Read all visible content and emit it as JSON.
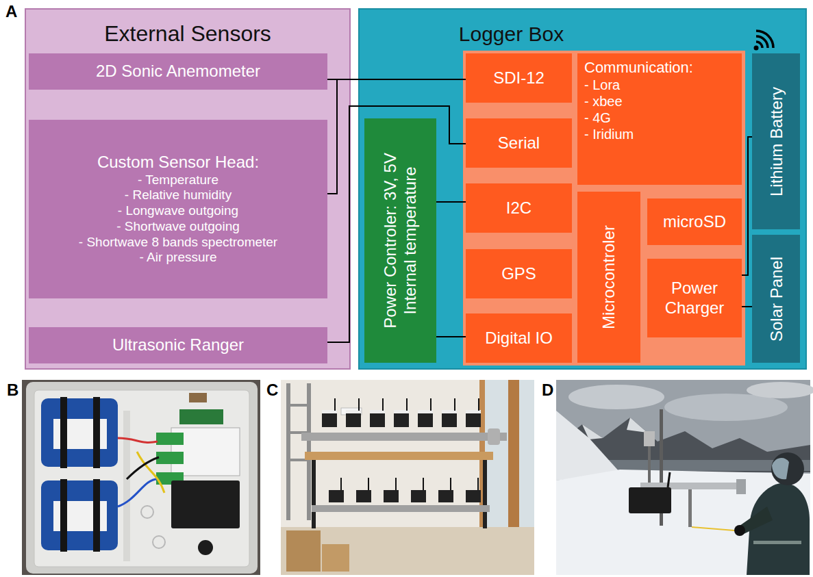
{
  "diagram": {
    "nodes": [
      {
        "text": [
          "External Sensors"
        ]
      },
      {
        "text": [
          "2D Sonic Anemometer"
        ],
        "in": 0
      },
      {
        "text": [
          "Custom Sensor Head:",
          "- Temperature",
          "- Relative humidity",
          "- Longwave outgoing",
          "- Shortwave outgoing",
          "- Shortwave 8 bands spectrometer",
          "- Air pressure"
        ],
        "in": 0
      },
      {
        "text": [
          "Ultrasonic Ranger"
        ],
        "in": 0
      },
      {
        "text": [
          "Logger Box"
        ]
      },
      {
        "text": [
          "SDI-12"
        ],
        "in": 4
      },
      {
        "text": [
          "Communication:",
          "- Lora",
          "- xbee",
          "- 4G",
          "- Iridium"
        ],
        "in": 4
      },
      {
        "text": [
          "Lithium Battery"
        ],
        "in": 4
      },
      {
        "text": [
          "Serial"
        ],
        "in": 4
      },
      {
        "text": [
          "Power Controler: 3V, 5V",
          "Internal temperature"
        ],
        "in": 4
      },
      {
        "text": [
          "I2C"
        ],
        "in": 4
      },
      {
        "text": [
          "Microcontroler"
        ],
        "in": 4
      },
      {
        "text": [
          "microSD"
        ],
        "in": 4
      },
      {
        "text": [
          "Solar Panel"
        ],
        "in": 4
      },
      {
        "text": [
          "GPS"
        ],
        "in": 4
      },
      {
        "text": [
          "Power Charger"
        ],
        "in": 4
      },
      {
        "text": [
          "Digital IO"
        ],
        "in": 4
      }
    ],
    "edges": [
      {
        "from": 1,
        "to": 5,
        "arrow": "none"
      },
      {
        "from": 2,
        "to": 5,
        "arrow": "none"
      },
      {
        "from": 3,
        "to": 8,
        "arrow": "none"
      },
      {
        "from": 9,
        "to": 10,
        "arrow": "none"
      },
      {
        "from": 9,
        "to": 16,
        "arrow": "none"
      },
      {
        "from": 7,
        "to": 15,
        "arrow": "none"
      },
      {
        "from": 13,
        "to": 15,
        "arrow": "none"
      }
    ],
    "labels": [
      "A",
      "B",
      "C",
      "D"
    ]
  }
}
